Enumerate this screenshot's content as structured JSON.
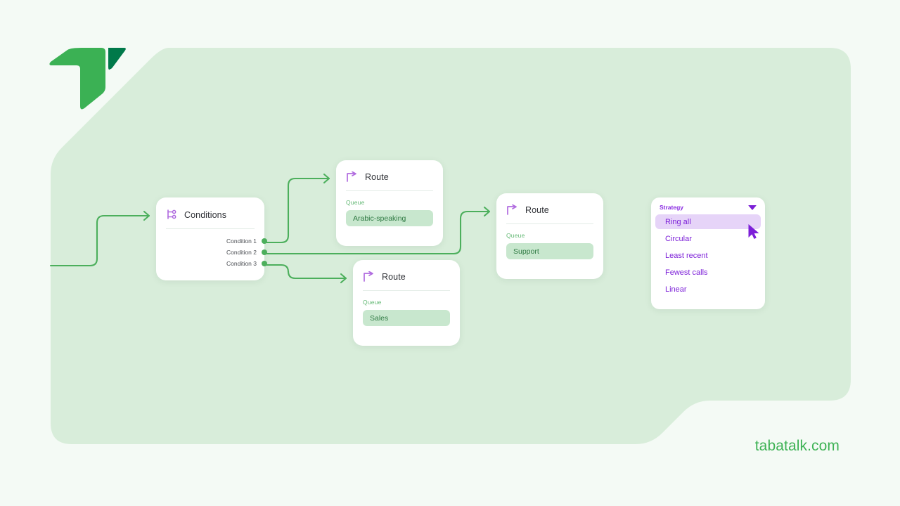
{
  "brand": {
    "logo_icon": "tabatalk-arrow-logo",
    "watermark": "tabatalk.com"
  },
  "colors": {
    "page_bg": "#f4faf5",
    "panel_bg": "#d8edda",
    "card_bg": "#ffffff",
    "connector_green": "#4caf5c",
    "dot_green": "#4caf5c",
    "queue_pill_bg": "#c8e7ce",
    "queue_pill_text": "#2f7a43",
    "queue_label_text": "#63b874",
    "node_icon_purple": "#b06bdf",
    "strategy_purple": "#7c1fd8",
    "strategy_selected_bg": "#e6d4f8",
    "logo_green_light": "#3bb154",
    "logo_green_dark": "#00794a",
    "watermark_green": "#3eb255"
  },
  "flow": {
    "conditions_node": {
      "title": "Conditions",
      "icon": "branch-split-icon",
      "outputs": [
        {
          "label": "Condition 1"
        },
        {
          "label": "Condition 2"
        },
        {
          "label": "Condition 3"
        }
      ]
    },
    "route_nodes": [
      {
        "id": "route-arabic",
        "title": "Route",
        "icon": "arrow-turn-right-icon",
        "field_label": "Queue",
        "field_value": "Arabic-speaking"
      },
      {
        "id": "route-support",
        "title": "Route",
        "icon": "arrow-turn-right-icon",
        "field_label": "Queue",
        "field_value": "Support"
      },
      {
        "id": "route-sales",
        "title": "Route",
        "icon": "arrow-turn-right-icon",
        "field_label": "Queue",
        "field_value": "Sales"
      }
    ]
  },
  "strategy_panel": {
    "label": "Strategy",
    "caret_icon": "chevron-down-icon",
    "selected": "Ring all",
    "options": [
      {
        "label": "Ring all",
        "selected": true
      },
      {
        "label": "Circular",
        "selected": false
      },
      {
        "label": "Least recent",
        "selected": false
      },
      {
        "label": "Fewest calls",
        "selected": false
      },
      {
        "label": "Linear",
        "selected": false
      }
    ]
  },
  "cursor": {
    "icon": "mouse-pointer-icon"
  }
}
